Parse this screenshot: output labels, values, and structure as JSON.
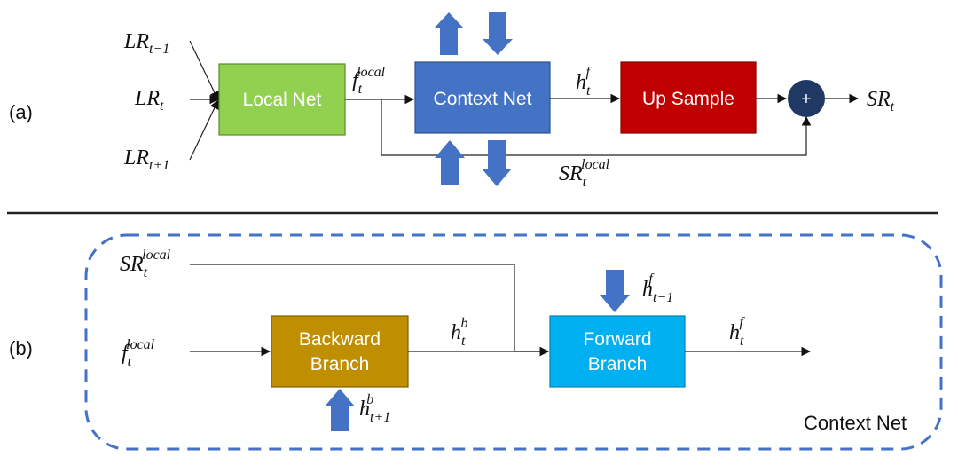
{
  "panel_a": {
    "label": "(a)",
    "inputs": {
      "lr_prev": {
        "base": "LR",
        "sub": "t−1"
      },
      "lr_curr": {
        "base": "LR",
        "sub": "t"
      },
      "lr_next": {
        "base": "LR",
        "sub": "t+1"
      }
    },
    "boxes": {
      "local_net": "Local Net",
      "context_net": "Context Net",
      "up_sample": "Up Sample"
    },
    "plus_symbol": "+",
    "f_local": {
      "base": "f",
      "sub": "t",
      "sup": "local"
    },
    "h_f": {
      "base": "h",
      "sub": "t",
      "sup": "f"
    },
    "sr_local": {
      "base": "SR",
      "sub": "t",
      "sup": "local"
    },
    "sr_out": {
      "base": "SR",
      "sub": "t"
    }
  },
  "panel_b": {
    "label": "(b)",
    "sr_local": {
      "base": "SR",
      "sub": "t",
      "sup": "local"
    },
    "f_local": {
      "base": "f",
      "sub": "t",
      "sup": "local"
    },
    "boxes": {
      "backward_line1": "Backward",
      "backward_line2": "Branch",
      "forward_line1": "Forward",
      "forward_line2": "Branch"
    },
    "h_b": {
      "base": "h",
      "sub": "t",
      "sup": "b"
    },
    "h_b_next": {
      "base": "h",
      "sub": "t+1",
      "sup": "b"
    },
    "h_f_prev": {
      "base": "h",
      "sub": "t−1",
      "sup": "f"
    },
    "h_f": {
      "base": "h",
      "sub": "t",
      "sup": "f"
    },
    "frame_label": "Context Net"
  },
  "colors": {
    "local_net": "#92d050",
    "context_net": "#4472c4",
    "up_sample": "#c00000",
    "plus_circle": "#1f3864",
    "big_arrow": "#4472c4",
    "backward_branch": "#bf8f00",
    "forward_branch": "#00b0f0",
    "dashed_frame": "#4472c4",
    "divider": "#222222"
  },
  "icons": {
    "plus": "plus-circle-icon",
    "big_arrow_up": "arrow-up-icon",
    "big_arrow_down": "arrow-down-icon"
  }
}
